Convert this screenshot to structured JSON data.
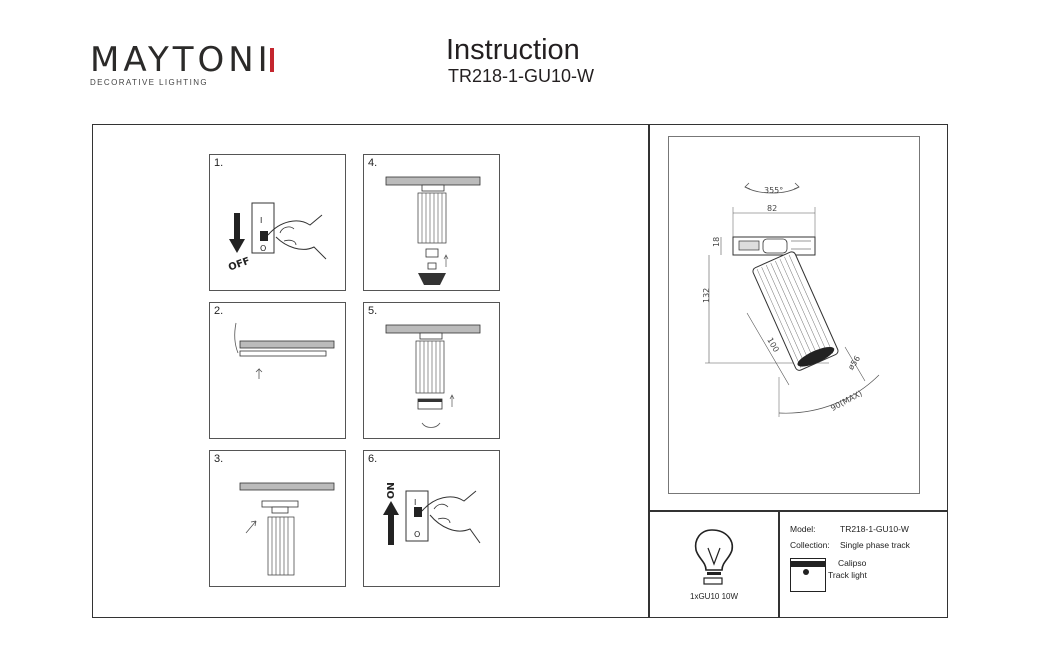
{
  "brand": {
    "name": "MAYTONI",
    "tagline": "DECORATIVE LIGHTING",
    "accent": "#c4262e"
  },
  "header": {
    "title": "Instruction",
    "code": "TR218-1-GU10-W"
  },
  "steps": [
    {
      "num": "1.",
      "label": "OFF",
      "switch_top": "I",
      "switch_bottom": "O"
    },
    {
      "num": "2."
    },
    {
      "num": "3."
    },
    {
      "num": "4."
    },
    {
      "num": "5."
    },
    {
      "num": "6.",
      "label": "ON",
      "switch_top": "I",
      "switch_bottom": "O"
    }
  ],
  "drawing": {
    "rotation": "355°",
    "width": "82",
    "track_height": "18",
    "height": "132",
    "body_length": "100",
    "diameter": "ø56",
    "tilt": "90(MAX)"
  },
  "lamp": {
    "caption": "1xGU10 10W"
  },
  "specs": {
    "model_label": "Model:",
    "model_value": "TR218-1-GU10-W",
    "collection_label": "Collection:",
    "collection_value": "Single phase track",
    "collection_name": "Calipso",
    "collection_type": "Track light"
  },
  "colors": {
    "ink": "#231f20",
    "line": "#555555"
  }
}
